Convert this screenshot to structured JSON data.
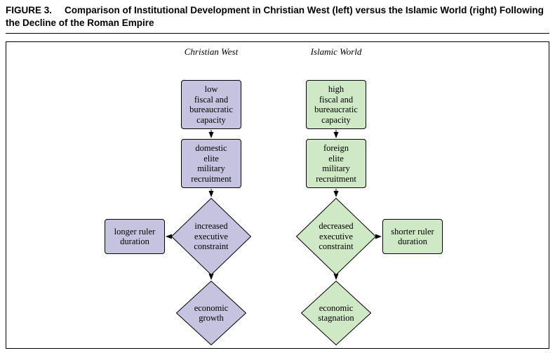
{
  "figure": {
    "label": "FIGURE 3.",
    "title": "Comparison of Institutional Development in Christian West (left) versus the Islamic World (right) Following the Decline of the Roman Empire"
  },
  "colors": {
    "christian_west_fill": "#c6c3e0",
    "islamic_world_fill": "#cfe8c6",
    "node_border": "#000000"
  },
  "diagram": {
    "columns": [
      {
        "header": "Christian West",
        "nodes": [
          {
            "label": "low\nfiscal and\nbureaucratic\ncapacity"
          },
          {
            "label": "domestic\nelite\nmilitary\nrecruitment"
          },
          {
            "label": "increased\nexecutive\nconstraint"
          },
          {
            "label": "longer ruler\nduration"
          },
          {
            "label": "economic\ngrowth"
          }
        ]
      },
      {
        "header": "Islamic World",
        "nodes": [
          {
            "label": "high\nfiscal and\nbureaucratic\ncapacity"
          },
          {
            "label": "foreign\nelite\nmilitary\nrecruitment"
          },
          {
            "label": "decreased\nexecutive\nconstraint"
          },
          {
            "label": "shorter ruler\nduration"
          },
          {
            "label": "economic\nstagnation"
          }
        ]
      }
    ]
  }
}
